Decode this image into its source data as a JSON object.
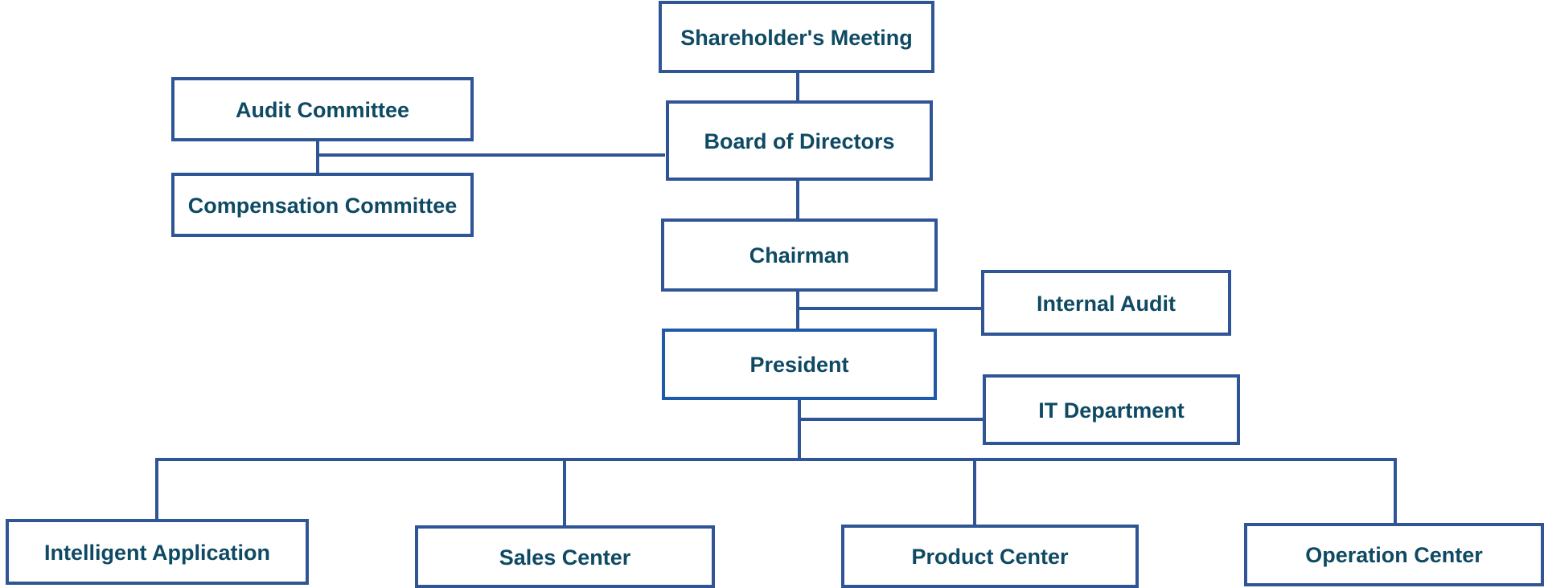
{
  "org_chart": {
    "nodes": {
      "shareholders_meeting": "Shareholder's Meeting",
      "board_of_directors": "Board of Directors",
      "audit_committee": "Audit Committee",
      "compensation_committee": "Compensation Committee",
      "chairman": "Chairman",
      "internal_audit": "Internal Audit",
      "president": "President",
      "it_department": "IT Department",
      "intelligent_application": "Intelligent Application",
      "sales_center": "Sales Center",
      "product_center": "Product Center",
      "operation_center": "Operation Center"
    },
    "line_color": "#2f5597",
    "text_color": "#0e4a63"
  }
}
